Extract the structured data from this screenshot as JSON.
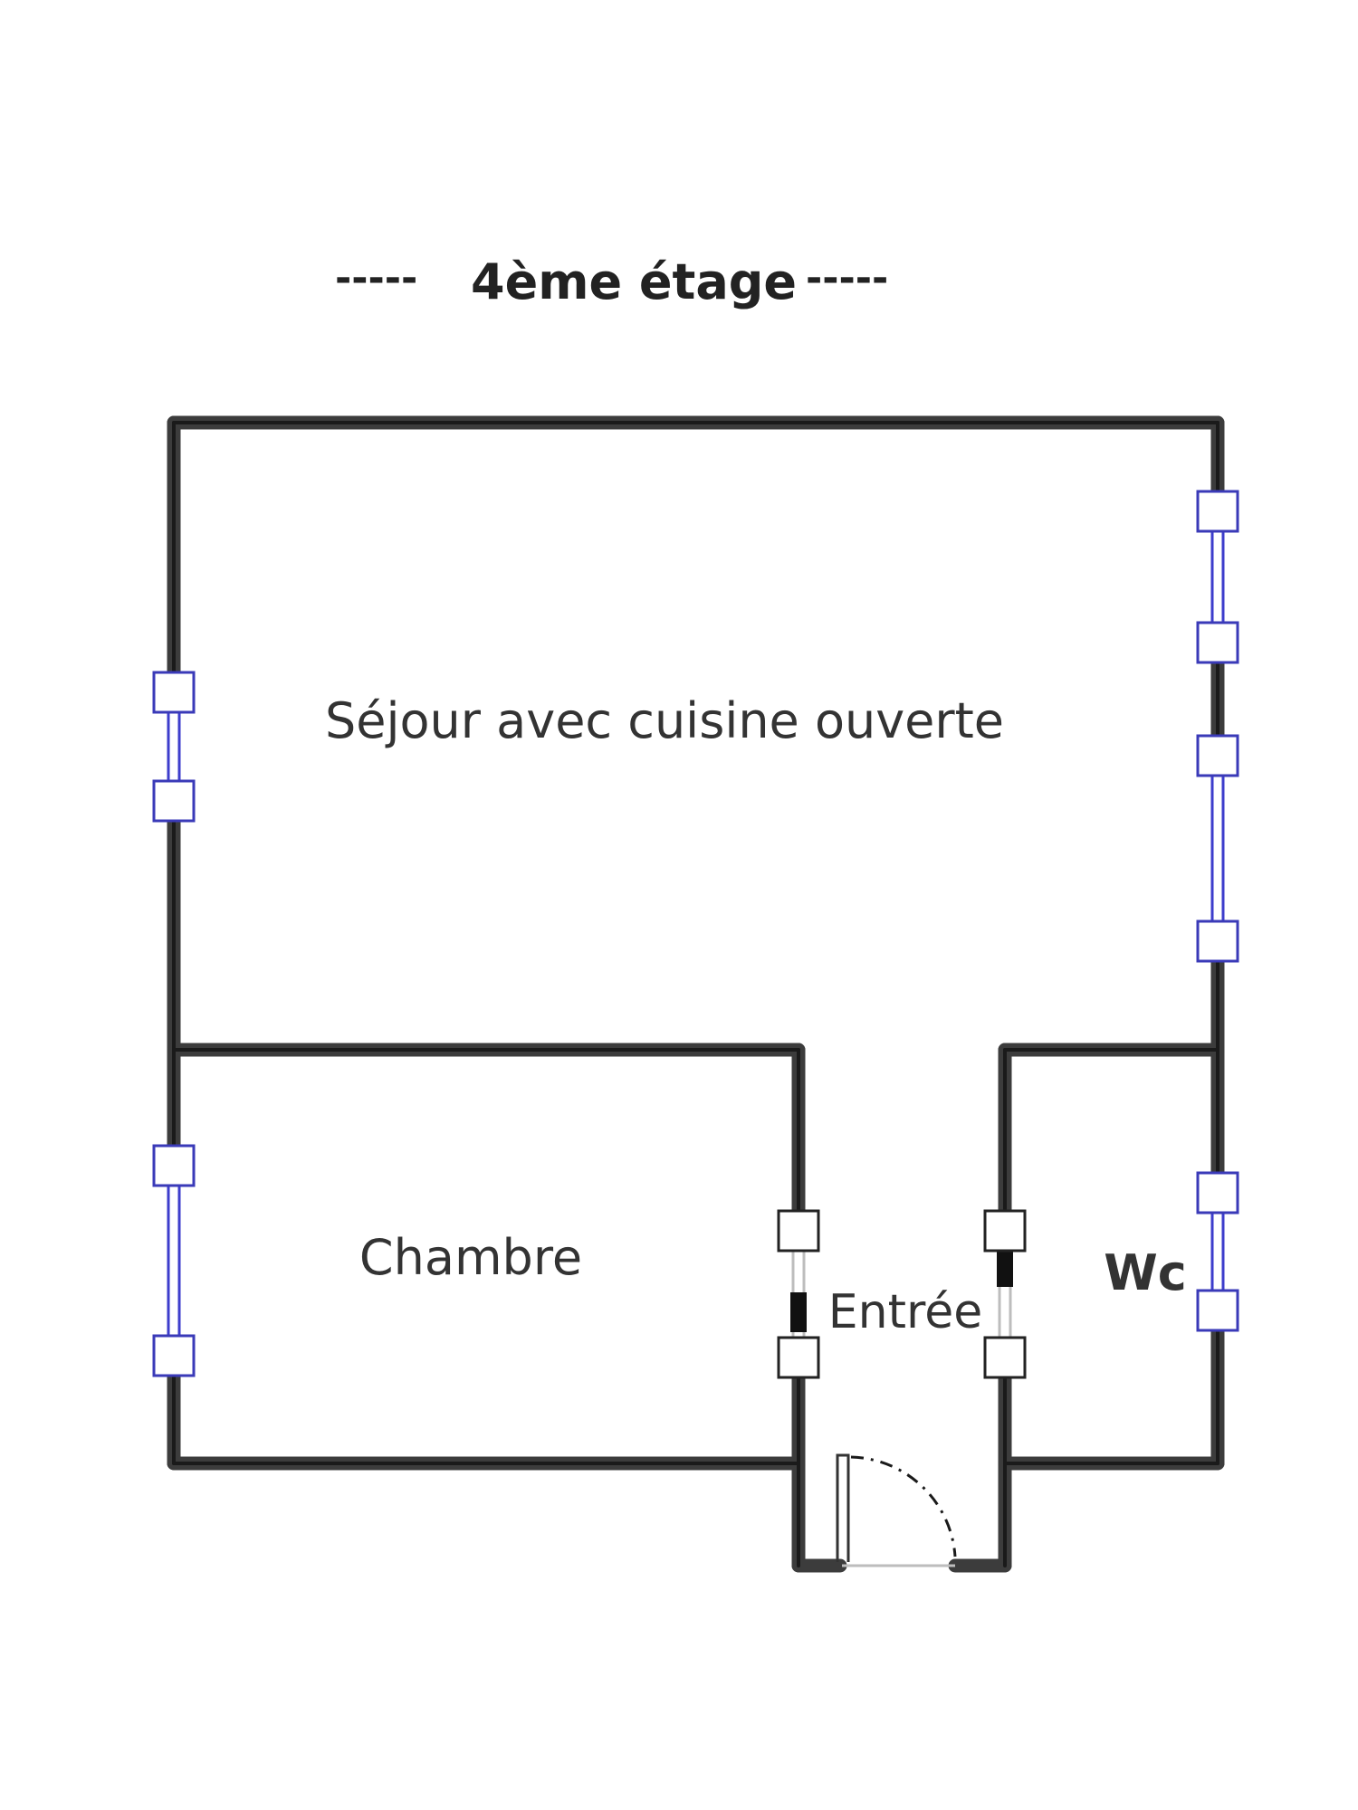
{
  "title": {
    "text": "4ème étage",
    "left_dash": "-----",
    "right_dash": "-----"
  },
  "rooms": {
    "sejour": "Séjour avec cuisine ouverte",
    "chambre": "Chambre",
    "entree": "Entrée",
    "wc": "Wc"
  },
  "colors": {
    "wall": "#3c3c3c",
    "window": "#3d3dcc",
    "handle": "#3a3ab8"
  }
}
